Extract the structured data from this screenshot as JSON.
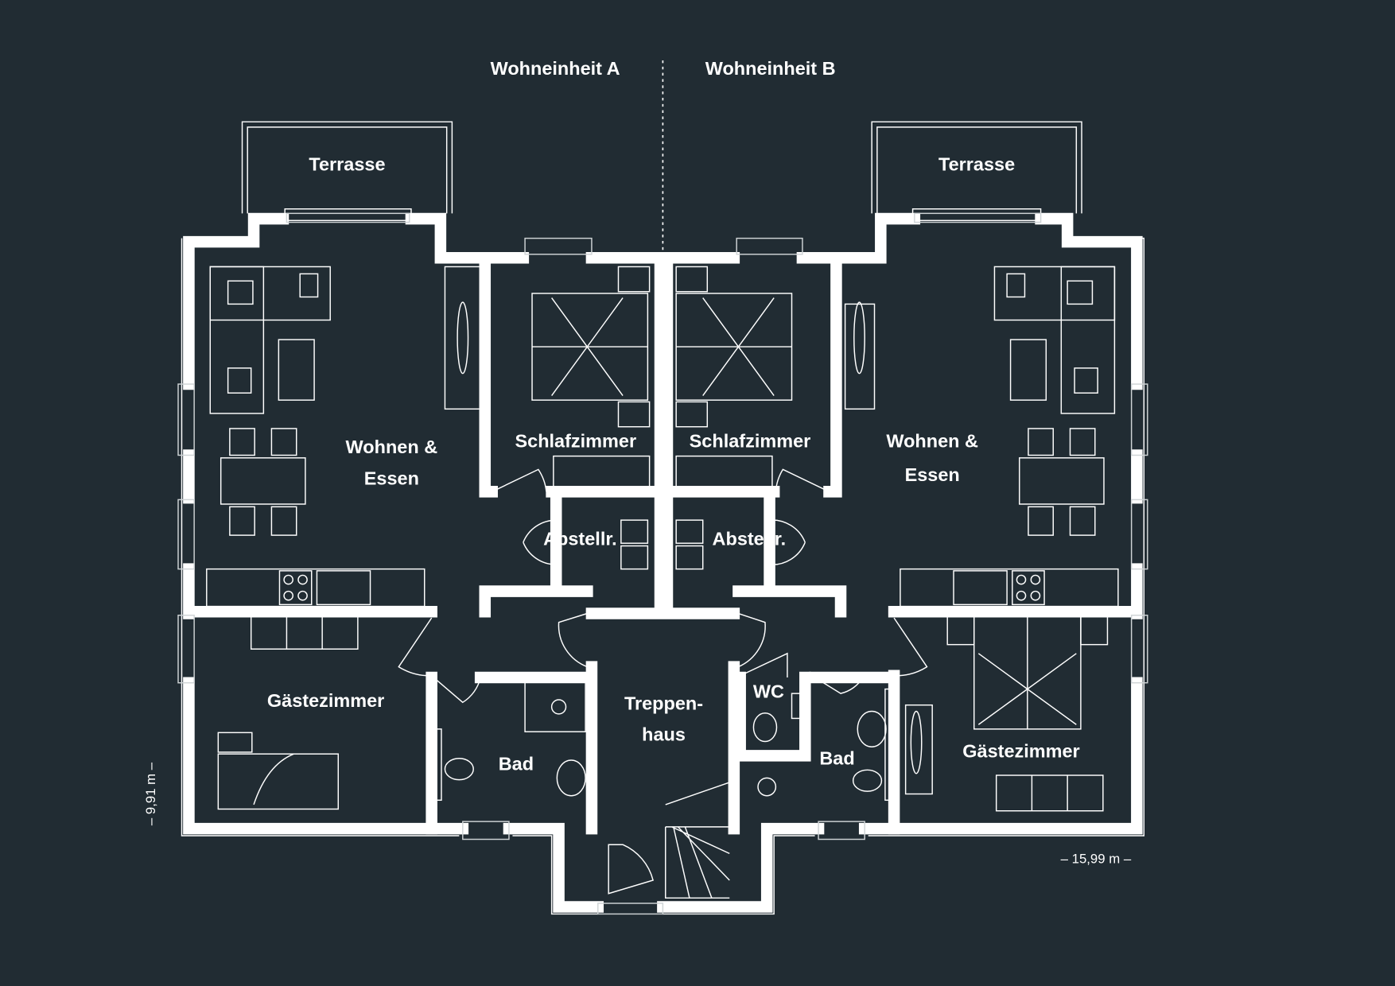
{
  "header": {
    "unit_a": "Wohneinheit A",
    "unit_b": "Wohneinheit B"
  },
  "rooms": {
    "terrace_a": "Terrasse",
    "terrace_b": "Terrasse",
    "living_a": [
      "Wohnen &",
      "Essen"
    ],
    "living_b": [
      "Wohnen &",
      "Essen"
    ],
    "bedroom_a": "Schlafzimmer",
    "bedroom_b": "Schlafzimmer",
    "storage_a": "Abstellr.",
    "storage_b": "Abstellr.",
    "guest_a": "Gästezimmer",
    "guest_b": "Gästezimmer",
    "bath_a": "Bad",
    "bath_b": "Bad",
    "wc_b": "WC",
    "stairwell": [
      "Treppen-",
      "haus"
    ]
  },
  "dimensions": {
    "depth": "– 9,91 m –",
    "width": "– 15,99 m –"
  },
  "colors": {
    "background": "#212c33",
    "lines": "#ffffff"
  }
}
